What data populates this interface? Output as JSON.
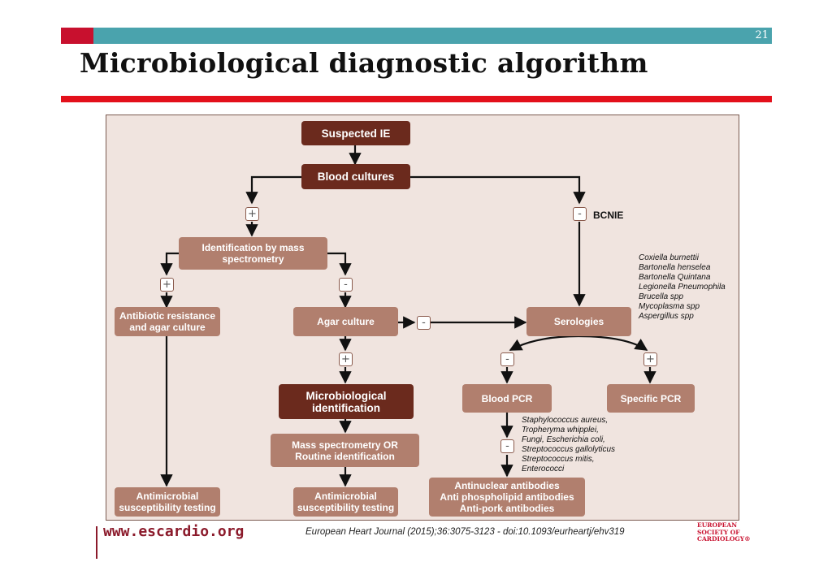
{
  "slide": {
    "number": "21",
    "title": "Microbiological diagnostic algorithm",
    "footer_url": "www.escardio.org",
    "citation": "European Heart Journal (2015);36:3075-3123 - doi:10.1093/eurheartj/ehv319",
    "logo_text": [
      "EUROPEAN",
      "SOCIETY OF",
      "CARDIOLOGY®"
    ]
  },
  "colors": {
    "accent_red": "#c8102e",
    "accent_teal": "#4aa3ad",
    "node_light": "#b17f6e",
    "node_dark": "#6b2a1d",
    "panel_bg": "#f0e4df"
  },
  "nodes": {
    "suspected_ie": "Suspected IE",
    "blood_cultures": "Blood cultures",
    "identification": "Identification by mass spectrometry",
    "antibiotic_resistance": "Antibiotic resistance and agar culture",
    "agar_culture": "Agar culture",
    "serologies": "Serologies",
    "micro_id": "Microbiological identification",
    "mass_spec_or": "Mass spectrometry OR Routine identification",
    "blood_pcr": "Blood PCR",
    "specific_pcr": "Specific PCR",
    "ast_left": "Antimicrobial susceptibility testing",
    "ast_middle": "Antimicrobial susceptibility testing",
    "antibodies": [
      "Antinuclear antibodies",
      "Anti phospholipid antibodies",
      "Anti-pork antibodies"
    ]
  },
  "signs": {
    "plus": "+",
    "minus": "-"
  },
  "labels": {
    "bcnie": "BCNIE"
  },
  "serology_organisms": [
    "Coxiella burnettii",
    "Bartonella henselea",
    "Bartonella Quintana",
    "Legionella Pneumophila",
    "Brucella spp",
    "Mycoplasma spp",
    "Aspergillus spp"
  ],
  "pcr_organisms": [
    "Staphylococcus aureus,",
    "Tropheryma whipplei,",
    "Fungi, Escherichia coli,",
    "Streptococcus gallolyticus",
    "Streptococcus mitis,",
    "Enterococci"
  ]
}
